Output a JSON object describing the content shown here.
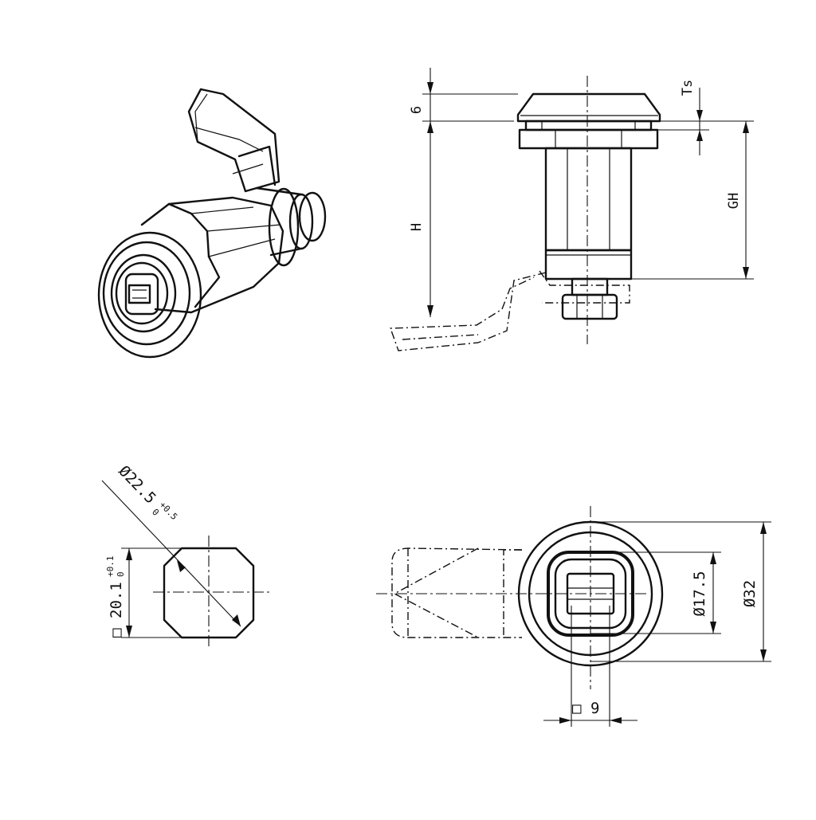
{
  "drawing": {
    "side_view": {
      "dim_head": "6",
      "dim_ts": "Ts",
      "dim_h": "H",
      "dim_gh": "GH"
    },
    "cutout_view": {
      "dim_diameter": "Ø22.5",
      "dim_diameter_tol_upper": "+0.5",
      "dim_diameter_tol_lower": "0",
      "dim_square_symbol": "□",
      "dim_square": "20.1",
      "dim_square_tol_upper": "+0.1",
      "dim_square_tol_lower": "0"
    },
    "front_view": {
      "dim_inner_diameter": "Ø17.5",
      "dim_outer_diameter": "Ø32",
      "dim_key_symbol": "□",
      "dim_key": "9"
    }
  }
}
